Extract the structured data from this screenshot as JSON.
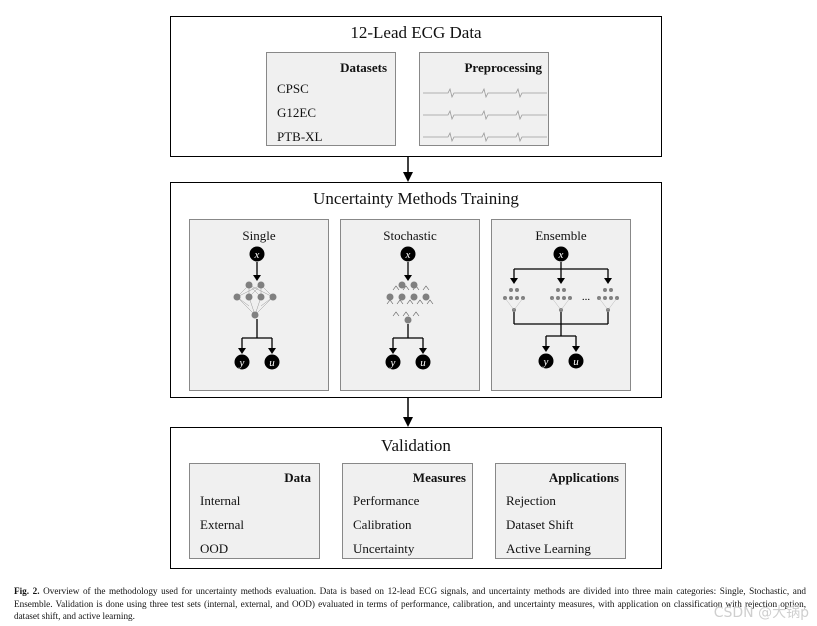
{
  "data_box": {
    "title": "12-Lead ECG Data",
    "datasets": {
      "title": "Datasets",
      "items": [
        "CPSC",
        "G12EC",
        "PTB-XL"
      ]
    },
    "preprocessing": {
      "title": "Preprocessing"
    }
  },
  "training_box": {
    "title": "Uncertainty Methods Training",
    "methods": [
      {
        "title": "Single",
        "input": "x",
        "outputs": [
          "y",
          "u"
        ]
      },
      {
        "title": "Stochastic",
        "input": "x",
        "outputs": [
          "y",
          "u"
        ]
      },
      {
        "title": "Ensemble",
        "input": "x",
        "outputs": [
          "y",
          "u"
        ],
        "ellipsis": "..."
      }
    ]
  },
  "validation_box": {
    "title": "Validation",
    "panels": [
      {
        "title": "Data",
        "items": [
          "Internal",
          "External",
          "OOD"
        ]
      },
      {
        "title": "Measures",
        "items": [
          "Performance",
          "Calibration",
          "Uncertainty"
        ]
      },
      {
        "title": "Applications",
        "items": [
          "Rejection",
          "Dataset Shift",
          "Active Learning"
        ]
      }
    ]
  },
  "caption": {
    "label": "Fig. 2.",
    "text": "Overview of the methodology used for uncertainty methods evaluation. Data is based on 12-lead ECG signals, and uncertainty methods are divided into three main categories: Single, Stochastic, and Ensemble. Validation is done using three test sets (internal, external, and OOD) evaluated in terms of performance, calibration, and uncertainty measures, with application on classification with rejection option, dataset shift, and active learning."
  },
  "watermark": "CSDN @大锅p"
}
